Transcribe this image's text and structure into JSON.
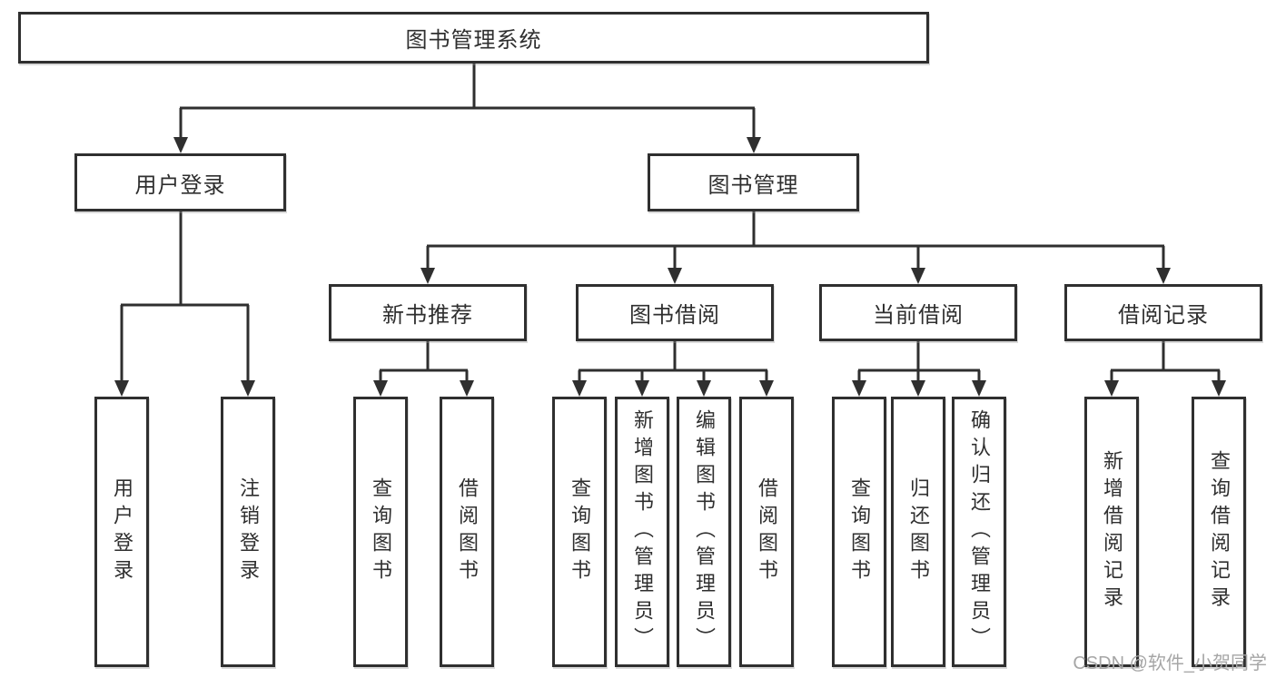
{
  "colors": {
    "line": "#2f2f2f",
    "text": "#2f2f2f",
    "box_background": "#ffffff",
    "background": "#ffffff",
    "watermark": "#a6a6a6"
  },
  "diagram": {
    "root": {
      "label": "图书管理系统"
    },
    "branches": [
      {
        "label": "用户登录"
      },
      {
        "label": "图书管理"
      }
    ],
    "modules": [
      {
        "label": "新书推荐"
      },
      {
        "label": "图书借阅"
      },
      {
        "label": "当前借阅"
      },
      {
        "label": "借阅记录"
      }
    ],
    "leaves": [
      {
        "label": "用户登录"
      },
      {
        "label": "注销登录"
      },
      {
        "label": "查询图书"
      },
      {
        "label": "借阅图书"
      },
      {
        "label": "查询图书"
      },
      {
        "label": "新增图书（管理员）"
      },
      {
        "label": "编辑图书（管理员）"
      },
      {
        "label": "借阅图书"
      },
      {
        "label": "查询图书"
      },
      {
        "label": "归还图书"
      },
      {
        "label": "确认归还（管理员）"
      },
      {
        "label": "新增借阅记录"
      },
      {
        "label": "查询借阅记录"
      }
    ]
  },
  "watermark": {
    "text": "CSDN @软件_小贺同学"
  }
}
